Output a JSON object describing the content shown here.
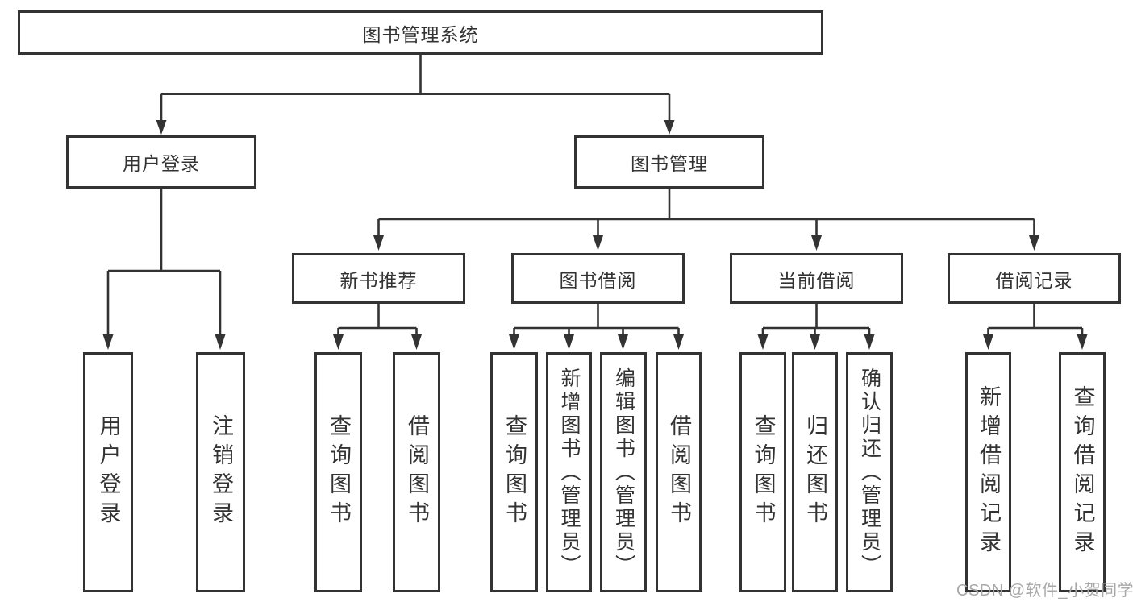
{
  "nodes": {
    "root": "图书管理系统",
    "user_login": "用户登录",
    "book_mgmt": "图书管理",
    "new_book_rec": "新书推荐",
    "book_borrow": "图书借阅",
    "current_borrow": "当前借阅",
    "borrow_records": "借阅记录",
    "leaf_user_login": "用户登录",
    "leaf_logout": "注销登录",
    "leaf_query_book_rec": "查询图书",
    "leaf_borrow_book_rec": "借阅图书",
    "leaf_query_book_borrow": "查询图书",
    "leaf_add_book": "新增图书（管理员）",
    "leaf_edit_book": "编辑图书（管理员）",
    "leaf_borrow_book_borrow": "借阅图书",
    "leaf_query_book_current": "查询图书",
    "leaf_return_book": "归还图书",
    "leaf_confirm_return": "确认归还（管理员）",
    "leaf_add_borrow_record": "新增借阅记录",
    "leaf_query_borrow_record": "查询借阅记录"
  },
  "watermark": "CSDN @软件_小贺同学",
  "colors": {
    "line": "#333333",
    "text": "#333333",
    "watermark": "#a8a8a8",
    "background": "#ffffff"
  }
}
